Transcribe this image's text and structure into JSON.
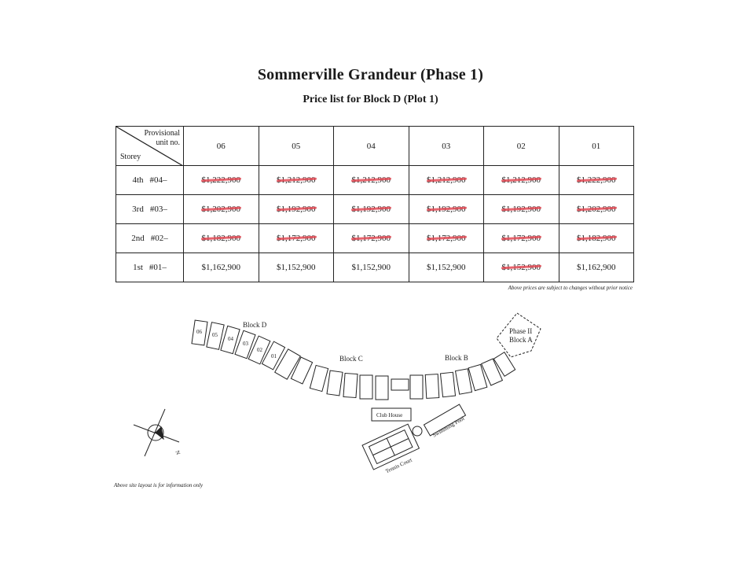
{
  "title": "Sommerville Grandeur (Phase 1)",
  "subtitle": "Price list for Block D (Plot 1)",
  "table": {
    "header_top": "Provisional\nunit no.",
    "header_bottom": "Storey",
    "columns": [
      "06",
      "05",
      "04",
      "03",
      "02",
      "01"
    ],
    "rows": [
      {
        "storey": "4th",
        "code": "#04–",
        "prices": [
          "$1,222,900",
          "$1,212,900",
          "$1,212,900",
          "$1,212,900",
          "$1,212,900",
          "$1,222,900"
        ],
        "struck": [
          true,
          true,
          true,
          true,
          true,
          true
        ]
      },
      {
        "storey": "3rd",
        "code": "#03–",
        "prices": [
          "$1,202,900",
          "$1,192,900",
          "$1,192,900",
          "$1,192,900",
          "$1,192,900",
          "$1,202,900"
        ],
        "struck": [
          true,
          true,
          true,
          true,
          true,
          true
        ]
      },
      {
        "storey": "2nd",
        "code": "#02–",
        "prices": [
          "$1,182,900",
          "$1,172,900",
          "$1,172,900",
          "$1,172,900",
          "$1,172,900",
          "$1,182,900"
        ],
        "struck": [
          true,
          true,
          true,
          true,
          true,
          true
        ]
      },
      {
        "storey": "1st",
        "code": "#01–",
        "prices": [
          "$1,162,900",
          "$1,152,900",
          "$1,152,900",
          "$1,152,900",
          "$1,152,900",
          "$1,162,900"
        ],
        "struck": [
          false,
          false,
          false,
          false,
          true,
          false
        ]
      }
    ]
  },
  "note_table": "Above prices are subject to changes without prior notice",
  "site": {
    "block_d": "Block D",
    "block_c": "Block C",
    "block_b": "Block B",
    "phase2_line1": "Phase II",
    "phase2_line2": "Block A",
    "club_house": "Club House",
    "swimming_pool": "Swimming Pool",
    "tennis_court": "Tennis Court",
    "north": "N",
    "units": [
      "06",
      "05",
      "04",
      "03",
      "02",
      "01"
    ]
  },
  "note_site": "Above site layout is for information only",
  "colors": {
    "strike": "#e24a55",
    "ink": "#1a1a1a"
  }
}
